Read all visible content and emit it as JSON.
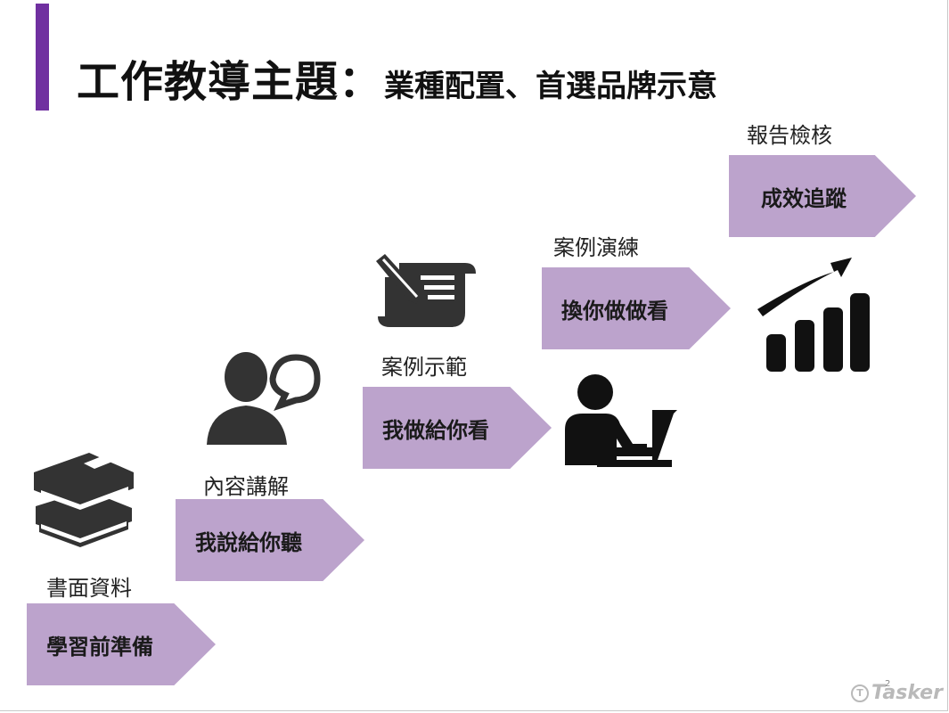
{
  "title": {
    "main": "工作教導主題：",
    "sub": "業種配置、首選品牌示意"
  },
  "steps": [
    {
      "label": "書面資料",
      "arrow_text": "學習前準備",
      "icon": "books-icon"
    },
    {
      "label": "內容講解",
      "arrow_text": "我說給你聽",
      "icon": "speaker-icon"
    },
    {
      "label": "案例示範",
      "arrow_text": "我做給你看",
      "icon": "scroll-pen-icon"
    },
    {
      "label": "案例演練",
      "arrow_text": "換你做做看",
      "icon": "person-laptop-icon"
    },
    {
      "label": "報告檢核",
      "arrow_text": "成效追蹤",
      "icon": "growth-chart-icon"
    }
  ],
  "footer": {
    "logo_text": "Tasker",
    "page_number": "2"
  },
  "colors": {
    "accent": "#7030a0",
    "arrow_fill": "#bca3cc",
    "icon": "#1a1a1a"
  }
}
